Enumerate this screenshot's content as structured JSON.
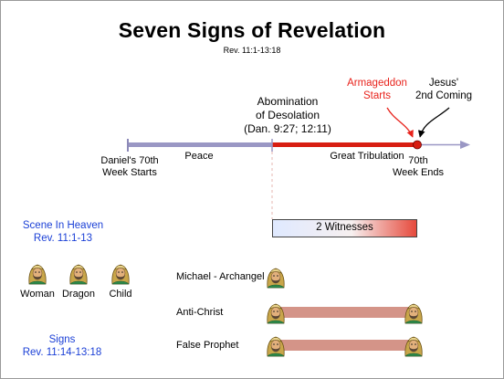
{
  "title": "Seven Signs of Revelation",
  "subtitle": "Rev. 11:1-13:18",
  "timeline": {
    "abomination_line1": "Abomination",
    "abomination_line2": "of Desolation",
    "abomination_line3": "(Dan. 9:27; 12:11)",
    "armageddon_line1": "Armageddon",
    "armageddon_line2": "Starts",
    "coming_line1": "Jesus'",
    "coming_line2": "2nd Coming",
    "start_line1": "Daniel's 70th",
    "start_line2": "Week Starts",
    "peace": "Peace",
    "tribulation": "Great Tribulation",
    "end_line1": "70th",
    "end_line2": "Week Ends",
    "colors": {
      "peace": "#9a97c4",
      "tribulation": "#d81e12",
      "future": "#9a97c4",
      "armageddon": "#e8231c"
    }
  },
  "witnesses": {
    "label": "2 Witnesses"
  },
  "heaven": {
    "line1": "Scene In Heaven",
    "line2": "Rev. 11:1-13"
  },
  "figures": [
    {
      "label": "Woman"
    },
    {
      "label": "Dragon"
    },
    {
      "label": "Child"
    }
  ],
  "signs": {
    "line1": "Signs",
    "line2": "Rev. 11:14-13:18"
  },
  "rows": [
    {
      "label": "Michael - Archangel"
    },
    {
      "label": "Anti-Christ"
    },
    {
      "label": "False Prophet"
    }
  ]
}
